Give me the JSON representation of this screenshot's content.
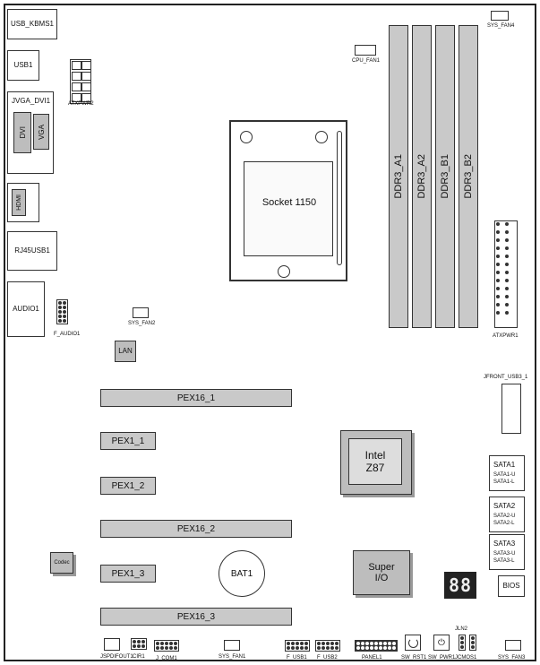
{
  "labels": {
    "usb_kbms": "USB_KBMS1",
    "usb1": "USB1",
    "vga_dvi": "JVGA_DVI1",
    "dvi": "DVI",
    "vga": "VGA",
    "hdmi": "HDMI",
    "rj45usb": "RJ45USB1",
    "audio": "AUDIO1",
    "f_audio": "F_AUDIO1",
    "atxpwr2": "ATXPWR2",
    "cpu_fan": "CPU_FAN1",
    "sys_fan4": "SYS_FAN4",
    "sys_fan2": "SYS_FAN2",
    "socket": "Socket 1150",
    "ddr_a1": "DDR3_A1",
    "ddr_a2": "DDR3_A2",
    "ddr_b1": "DDR3_B1",
    "ddr_b2": "DDR3_B2",
    "atxpwr1": "ATXPWR1",
    "lan": "LAN",
    "jfront_usb3": "JFRONT_USB3_1",
    "pex16_1": "PEX16_1",
    "pex1_1": "PEX1_1",
    "pex1_2": "PEX1_2",
    "pex16_2": "PEX16_2",
    "pex1_3": "PEX1_3",
    "pex16_3": "PEX16_3",
    "intel": "Intel",
    "z87": "Z87",
    "sata1": "SATA1",
    "sata1_u": "SATA1-U",
    "sata1_l": "SATA1-L",
    "sata2": "SATA2",
    "sata2_u": "SATA2-U",
    "sata2_l": "SATA2-L",
    "sata3": "SATA3",
    "sata3_u": "SATA3-U",
    "sata3_l": "SATA3-L",
    "codec": "Codec",
    "bat": "BAT1",
    "super": "Super",
    "io": "I/O",
    "debug": "88",
    "bios": "BIOS",
    "jspdif": "JSPDIFOUT1",
    "cir": "CIR1",
    "jcom": "J_COM1",
    "sys_fan1": "SYS_FAN1",
    "f_usb1": "F_USB1",
    "f_usb2": "F_USB2",
    "panel": "PANEL1",
    "sw_rst": "SW_RST1",
    "sw_pwr": "SW_PWR1",
    "jln2": "JLN2",
    "jcmos": "JCMOS1",
    "sys_fan3": "SYS_FAN3"
  }
}
